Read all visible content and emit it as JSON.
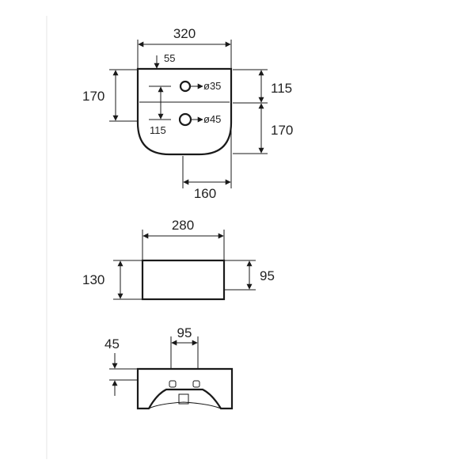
{
  "views": {
    "top": {
      "width_label": "320",
      "hole_offset_label": "55",
      "left_height_label": "170",
      "hole_spacing_label": "115",
      "hole1_label": "ø35",
      "hole2_label": "ø45",
      "right_upper_label": "115",
      "right_lower_label": "170",
      "bottom_width_label": "160"
    },
    "front": {
      "width_label": "280",
      "height_label": "130",
      "right_height_label": "95"
    },
    "side": {
      "top_offset_label": "45",
      "hole_spacing_label": "95"
    }
  },
  "colors": {
    "line": "#1a1a1a",
    "text": "#222222",
    "frame": "#e6e6e6"
  }
}
